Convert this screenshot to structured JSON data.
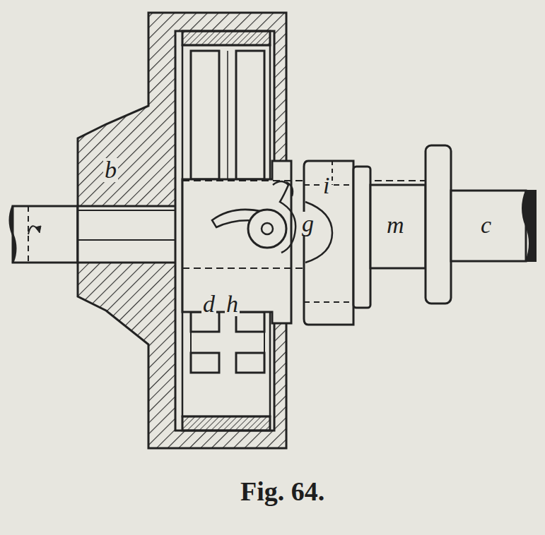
{
  "diagram": {
    "caption": "Fig. 64.",
    "labels": [
      "b",
      "i",
      "g",
      "m",
      "c",
      "d",
      "h"
    ]
  }
}
